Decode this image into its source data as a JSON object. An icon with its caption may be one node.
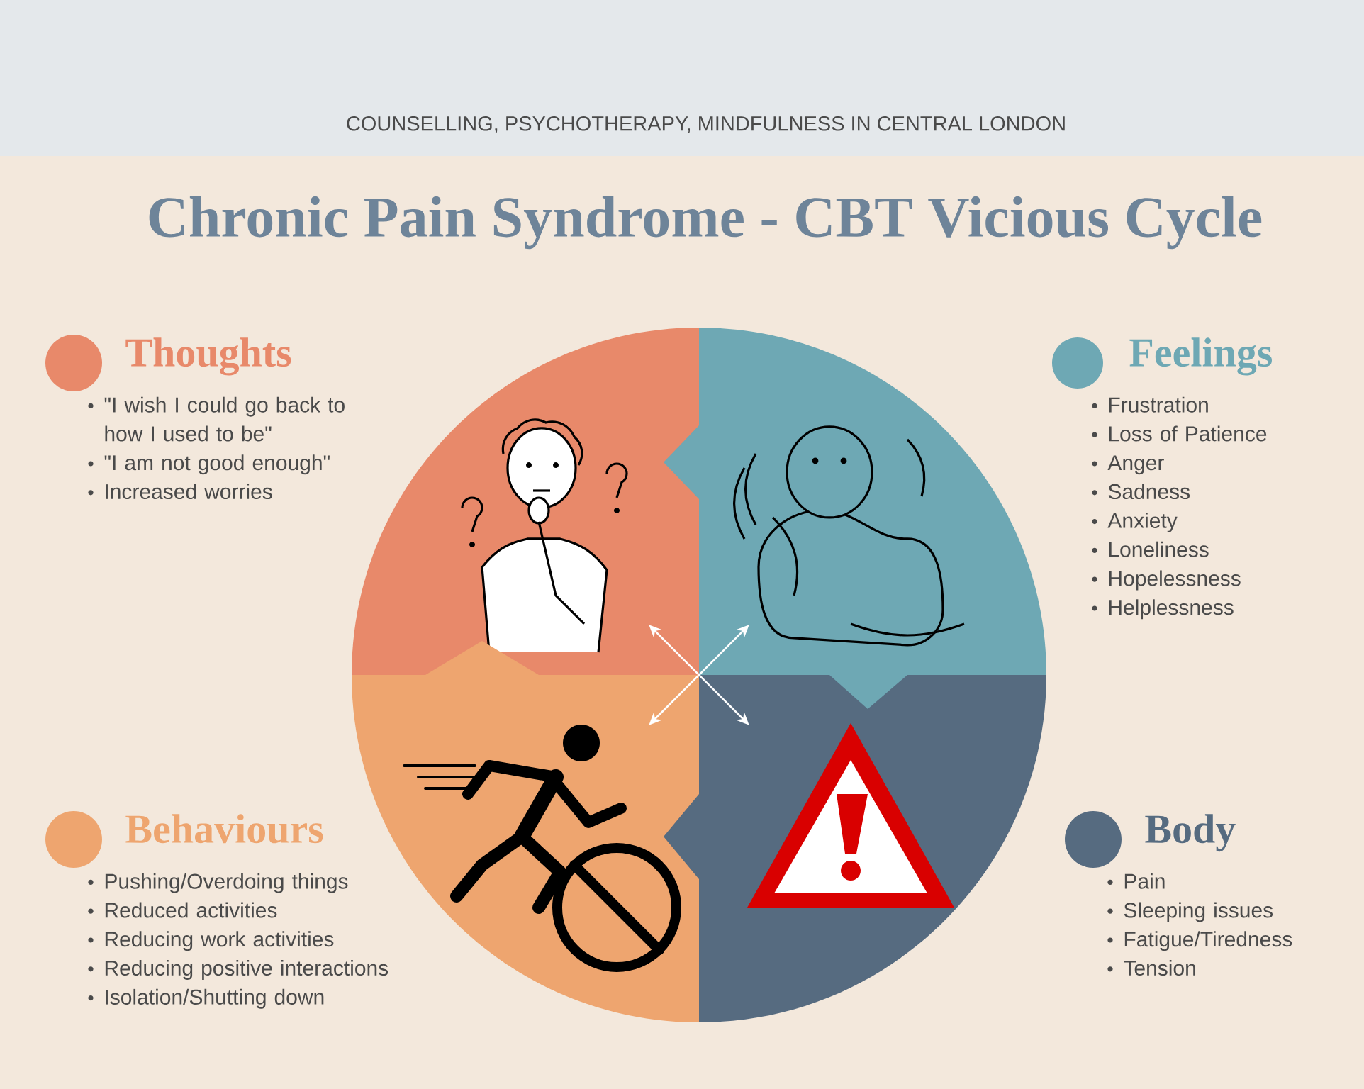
{
  "diagram": {
    "title": "Chronic Pain Syndrome - CBT Vicious Cycle",
    "nodes": [
      {
        "text": [
          "Thoughts",
          "\"I wish I could go back to how I used to be\"",
          "\"I am not good enough\"",
          "Increased worries"
        ]
      },
      {
        "text": [
          "Feelings",
          "Frustration",
          "Loss of Patience",
          "Anger",
          "Sadness",
          "Anxiety",
          "Loneliness",
          "Hopelessness",
          "Helplessness"
        ]
      },
      {
        "text": [
          "Behaviours",
          "Pushing/Overdoing things",
          "Reduced activities",
          "Reducing work activities",
          "Reducing positive interactions",
          "Isolation/Shutting down"
        ]
      },
      {
        "text": [
          "Body",
          "Pain",
          "Sleeping issues",
          "Fatigue/Tiredness",
          "Tension"
        ]
      },
      {
        "text": [],
        "shape": "picture"
      },
      {
        "text": [],
        "shape": "picture"
      },
      {
        "text": [],
        "shape": "picture"
      },
      {
        "text": [],
        "shape": "picture"
      }
    ],
    "edges": [
      {
        "from": 4,
        "to": 7,
        "arrow": "both"
      },
      {
        "from": 5,
        "to": 6,
        "arrow": "both"
      }
    ],
    "labels": [
      "COUNSELLING, PSYCHOTHERAPY, MINDFULNESS IN CENTRAL LONDON"
    ]
  }
}
